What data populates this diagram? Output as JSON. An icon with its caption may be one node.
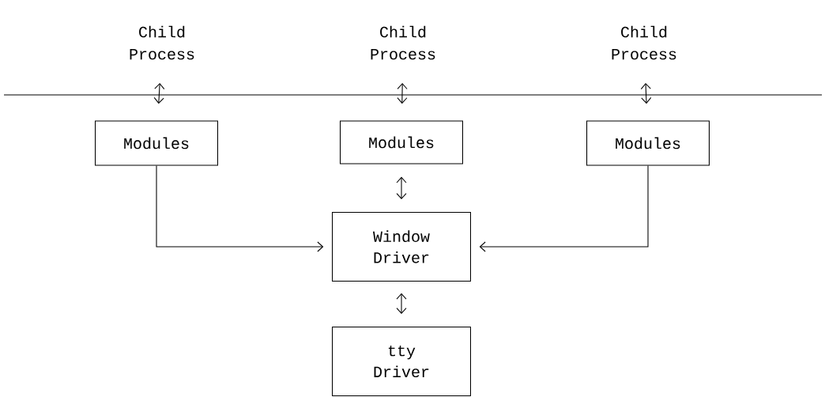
{
  "diagram": {
    "nodes": [
      {
        "text": [
          "Child Process"
        ]
      },
      {
        "text": [
          "Child Process"
        ]
      },
      {
        "text": [
          "Child Process"
        ]
      },
      {
        "text": [
          "Modules"
        ]
      },
      {
        "text": [
          "Modules"
        ]
      },
      {
        "text": [
          "Modules"
        ]
      },
      {
        "text": [
          "Window Driver"
        ]
      },
      {
        "text": [
          "tty Driver"
        ]
      }
    ],
    "edges": [
      {
        "from": 0,
        "to": 3,
        "arrow": "both"
      },
      {
        "from": 1,
        "to": 4,
        "arrow": "both"
      },
      {
        "from": 2,
        "to": 5,
        "arrow": "both"
      },
      {
        "from": 3,
        "to": 6,
        "arrow": "to"
      },
      {
        "from": 4,
        "to": 6,
        "arrow": "both"
      },
      {
        "from": 5,
        "to": 6,
        "arrow": "to"
      },
      {
        "from": 6,
        "to": 7,
        "arrow": "both"
      }
    ]
  }
}
